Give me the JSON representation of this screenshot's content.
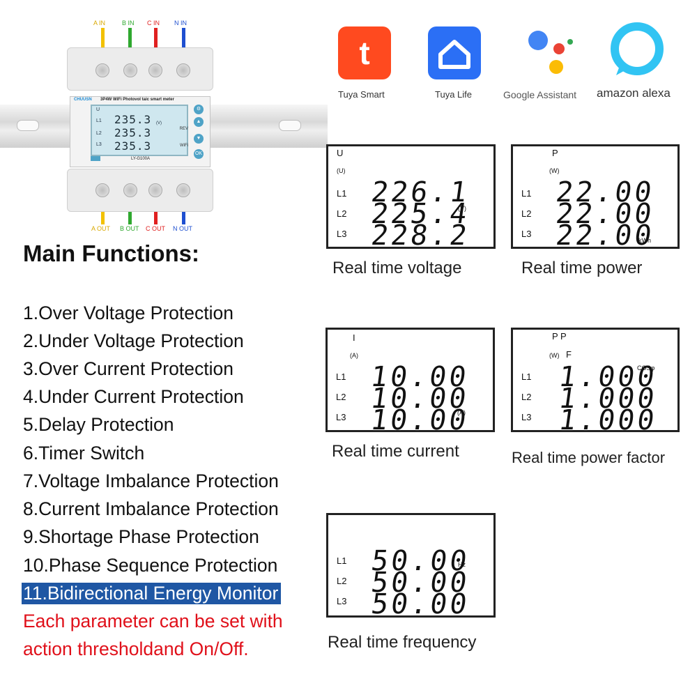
{
  "device": {
    "brand": "CHUUSN",
    "model_text": "3P4W WiFi Photovol taic smart meter",
    "sub_model": "LY-G100A",
    "wifi_badge": "WiFi",
    "rev_label": "REV",
    "wifi_label": "WiFi",
    "ok_label": "OK",
    "lcd": {
      "u": "U",
      "l1": "L1",
      "l2": "L2",
      "l3": "L3",
      "values": [
        "235.3",
        "235.3",
        "235.3"
      ],
      "unit": "(V)"
    },
    "wires_in": [
      {
        "label": "A IN",
        "color": "#f2c100"
      },
      {
        "label": "B IN",
        "color": "#2fa82f"
      },
      {
        "label": "C IN",
        "color": "#e02020"
      },
      {
        "label": "N IN",
        "color": "#1e4fd0"
      }
    ],
    "wires_out": [
      {
        "label": "A OUT",
        "color": "#f2c100"
      },
      {
        "label": "B OUT",
        "color": "#2fa82f"
      },
      {
        "label": "C OUT",
        "color": "#e02020"
      },
      {
        "label": "N OUT",
        "color": "#1e4fd0"
      }
    ]
  },
  "logos": [
    {
      "label": "Tuya Smart",
      "icon": "tuya-smart-icon",
      "color": "#ff4a1f"
    },
    {
      "label": "Tuya Life",
      "icon": "tuya-life-icon",
      "color": "#2b6ff5"
    },
    {
      "label": "Google Assistant",
      "icon": "google-assistant-icon",
      "color": "#4285f4"
    },
    {
      "label": "amazon alexa",
      "icon": "amazon-alexa-icon",
      "color": "#31c4f3"
    }
  ],
  "functions": {
    "title": "Main Functions:",
    "items": [
      "1.Over Voltage Protection",
      "2.Under Voltage Protection",
      "3.Over Current Protection",
      "4.Under Current Protection",
      "5.Delay Protection",
      "6.Timer Switch",
      "7.Voltage Imbalance Protection",
      "8.Current Imbalance Protection",
      "9.Shortage Phase Protection",
      "10.Phase Sequence Protection",
      "11.Bidirectional Energy Monitor"
    ],
    "note_line1": "Each parameter can be set with",
    "note_line2": "action thresholdand On/Off.",
    "highlight_color": "#1f57a4",
    "note_color": "#e0101a"
  },
  "panels": {
    "voltage": {
      "sym": "U",
      "unit_top": "(U)",
      "unit_side": "(V)",
      "values": [
        "226.1",
        "225.4",
        "228.2"
      ],
      "caption": "Real time voltage"
    },
    "power": {
      "sym": "P",
      "unit_top": "(W)",
      "unit_side": "kWh",
      "values": [
        "22.00",
        "22.00",
        "22.00"
      ],
      "caption": "Real time power"
    },
    "current": {
      "sym": "I",
      "unit_top": "(A)",
      "unit_side": "(A)",
      "values": [
        "10.00",
        "10.00",
        "10.00"
      ],
      "caption": "Real time current"
    },
    "factor": {
      "sym": "P P",
      "unit_top": "(W)",
      "sym2": "F",
      "unit_side": "COSφ",
      "values": [
        "1.000",
        "1.000",
        "1.000"
      ],
      "caption": "Real time power factor"
    },
    "frequency": {
      "unit_side": "Hz",
      "values": [
        "50.00",
        "50.00",
        "50.00"
      ],
      "caption": "Real time frequency"
    },
    "lines": [
      "L1",
      "L2",
      "L3"
    ]
  }
}
